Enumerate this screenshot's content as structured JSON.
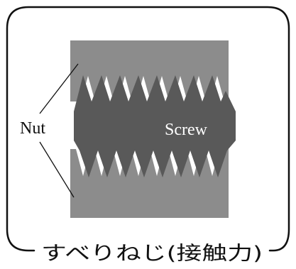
{
  "labels": {
    "nut": "Nut",
    "screw": "Screw"
  },
  "caption": "すべりねじ(接触力)",
  "colors": {
    "nut_fill": "#8c8c8c",
    "screw_fill": "#595959",
    "frame_stroke": "#111111",
    "leader_line": "#111111",
    "screw_label": "#ffffff",
    "text": "#111111"
  }
}
